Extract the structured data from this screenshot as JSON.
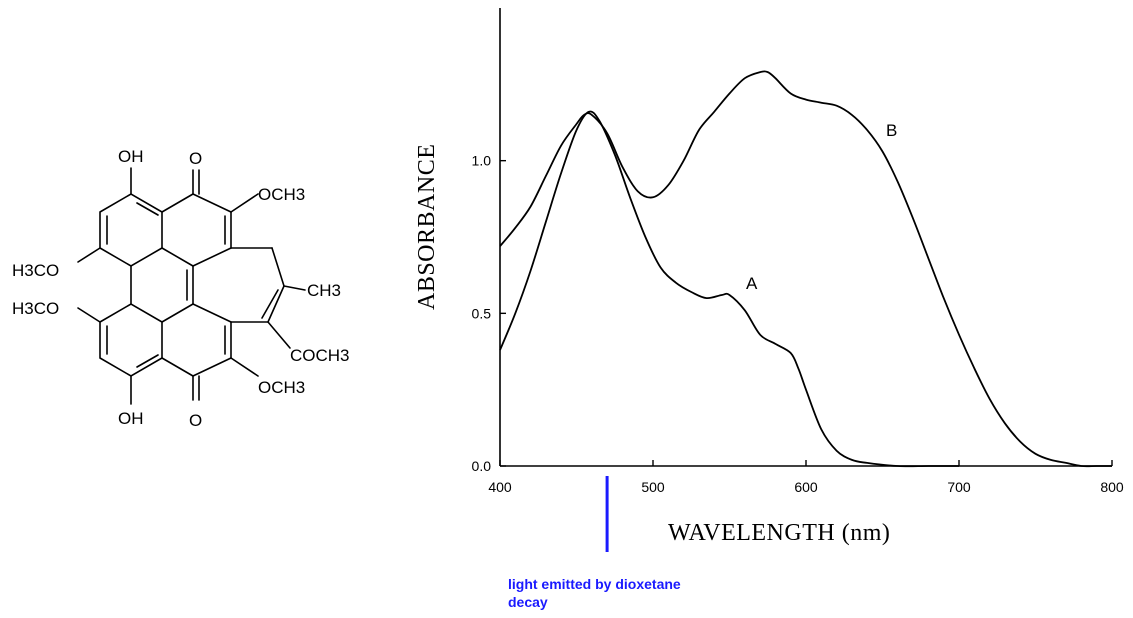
{
  "molecule": {
    "labels": {
      "oh_top": "OH",
      "o_top": "O",
      "och3_top": "OCH3",
      "h3co_upper": "H3CO",
      "ch3": "CH3",
      "h3co_lower": "H3CO",
      "coch3": "COCH3",
      "och3_bottom": "OCH3",
      "oh_bottom": "OH",
      "o_bottom": "O"
    }
  },
  "chart_data": {
    "type": "line",
    "xlabel": "WAVELENGTH (nm)",
    "ylabel": "ABSORBANCE",
    "xlim": [
      400,
      800
    ],
    "ylim": [
      0,
      1.5
    ],
    "xticks": [
      "400",
      "500",
      "600",
      "700",
      "800"
    ],
    "yticks": [
      "0.0",
      "0.5",
      "1.0"
    ],
    "xtick_values": [
      400,
      500,
      600,
      700,
      800
    ],
    "ytick_values": [
      0,
      0.5,
      1.0
    ],
    "grid": false,
    "series": [
      {
        "name": "A",
        "x": [
          400,
          410,
          420,
          430,
          440,
          450,
          458,
          465,
          475,
          485,
          495,
          505,
          515,
          525,
          535,
          545,
          550,
          560,
          570,
          580,
          590,
          595,
          600,
          610,
          620,
          630,
          640,
          660,
          680,
          700
        ],
        "y": [
          0.38,
          0.5,
          0.64,
          0.8,
          0.96,
          1.1,
          1.16,
          1.13,
          1.02,
          0.88,
          0.75,
          0.65,
          0.6,
          0.57,
          0.55,
          0.56,
          0.56,
          0.51,
          0.43,
          0.4,
          0.37,
          0.32,
          0.25,
          0.12,
          0.05,
          0.02,
          0.01,
          0.0,
          0.0,
          0.0
        ]
      },
      {
        "name": "B",
        "x": [
          400,
          410,
          420,
          430,
          440,
          450,
          455,
          460,
          470,
          480,
          490,
          500,
          510,
          520,
          530,
          540,
          550,
          560,
          570,
          575,
          580,
          590,
          600,
          610,
          620,
          630,
          640,
          650,
          660,
          670,
          680,
          690,
          700,
          710,
          720,
          730,
          740,
          750,
          760,
          770,
          780,
          790,
          800
        ],
        "y": [
          0.72,
          0.78,
          0.85,
          0.95,
          1.05,
          1.12,
          1.15,
          1.15,
          1.09,
          0.98,
          0.9,
          0.88,
          0.92,
          1.0,
          1.1,
          1.16,
          1.22,
          1.27,
          1.29,
          1.29,
          1.27,
          1.22,
          1.2,
          1.19,
          1.18,
          1.15,
          1.1,
          1.03,
          0.93,
          0.81,
          0.68,
          0.55,
          0.43,
          0.32,
          0.22,
          0.14,
          0.08,
          0.04,
          0.02,
          0.01,
          0.0,
          0.0,
          0.0
        ]
      }
    ],
    "annotations": {
      "marker_x": 470,
      "text": "light emitted by dioxetane decay",
      "text_line1": "light emitted by dioxetane",
      "text_line2": "decay",
      "color": "#1a1aff"
    }
  }
}
